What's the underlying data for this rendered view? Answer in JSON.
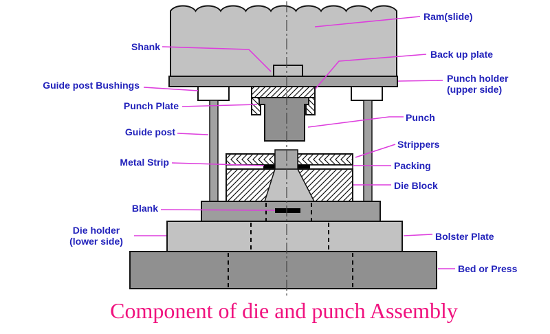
{
  "title": {
    "text": "Component of die and punch Assembly"
  },
  "colors": {
    "label": "#2222bb",
    "leader": "#dd3ddd",
    "title": "#f0117e",
    "outline": "#141414",
    "gray_light": "#c2c2c2",
    "gray_medium": "#a2a2a2",
    "gray_dark": "#909090",
    "gray_holder": "#9d9d9d",
    "gray_block": "#a6a6a6",
    "white": "#ffffff",
    "black": "#000000"
  },
  "labels": {
    "ram": "Ram(slide)",
    "shank": "Shank",
    "back_up_plate": "Back up plate",
    "guide_post_bushings": "Guide post Bushings",
    "punch_holder_1": "Punch holder",
    "punch_holder_2": "(upper side)",
    "punch_plate": "Punch Plate",
    "punch": "Punch",
    "guide_post": "Guide post",
    "strippers": "Strippers",
    "metal_strip": "Metal Strip",
    "packing": "Packing",
    "die_block": "Die Block",
    "blank": "Blank",
    "die_holder_1": "Die holder",
    "die_holder_2": "(lower side)",
    "bolster_plate": "Bolster Plate",
    "bed_or_press": "Bed or Press"
  }
}
